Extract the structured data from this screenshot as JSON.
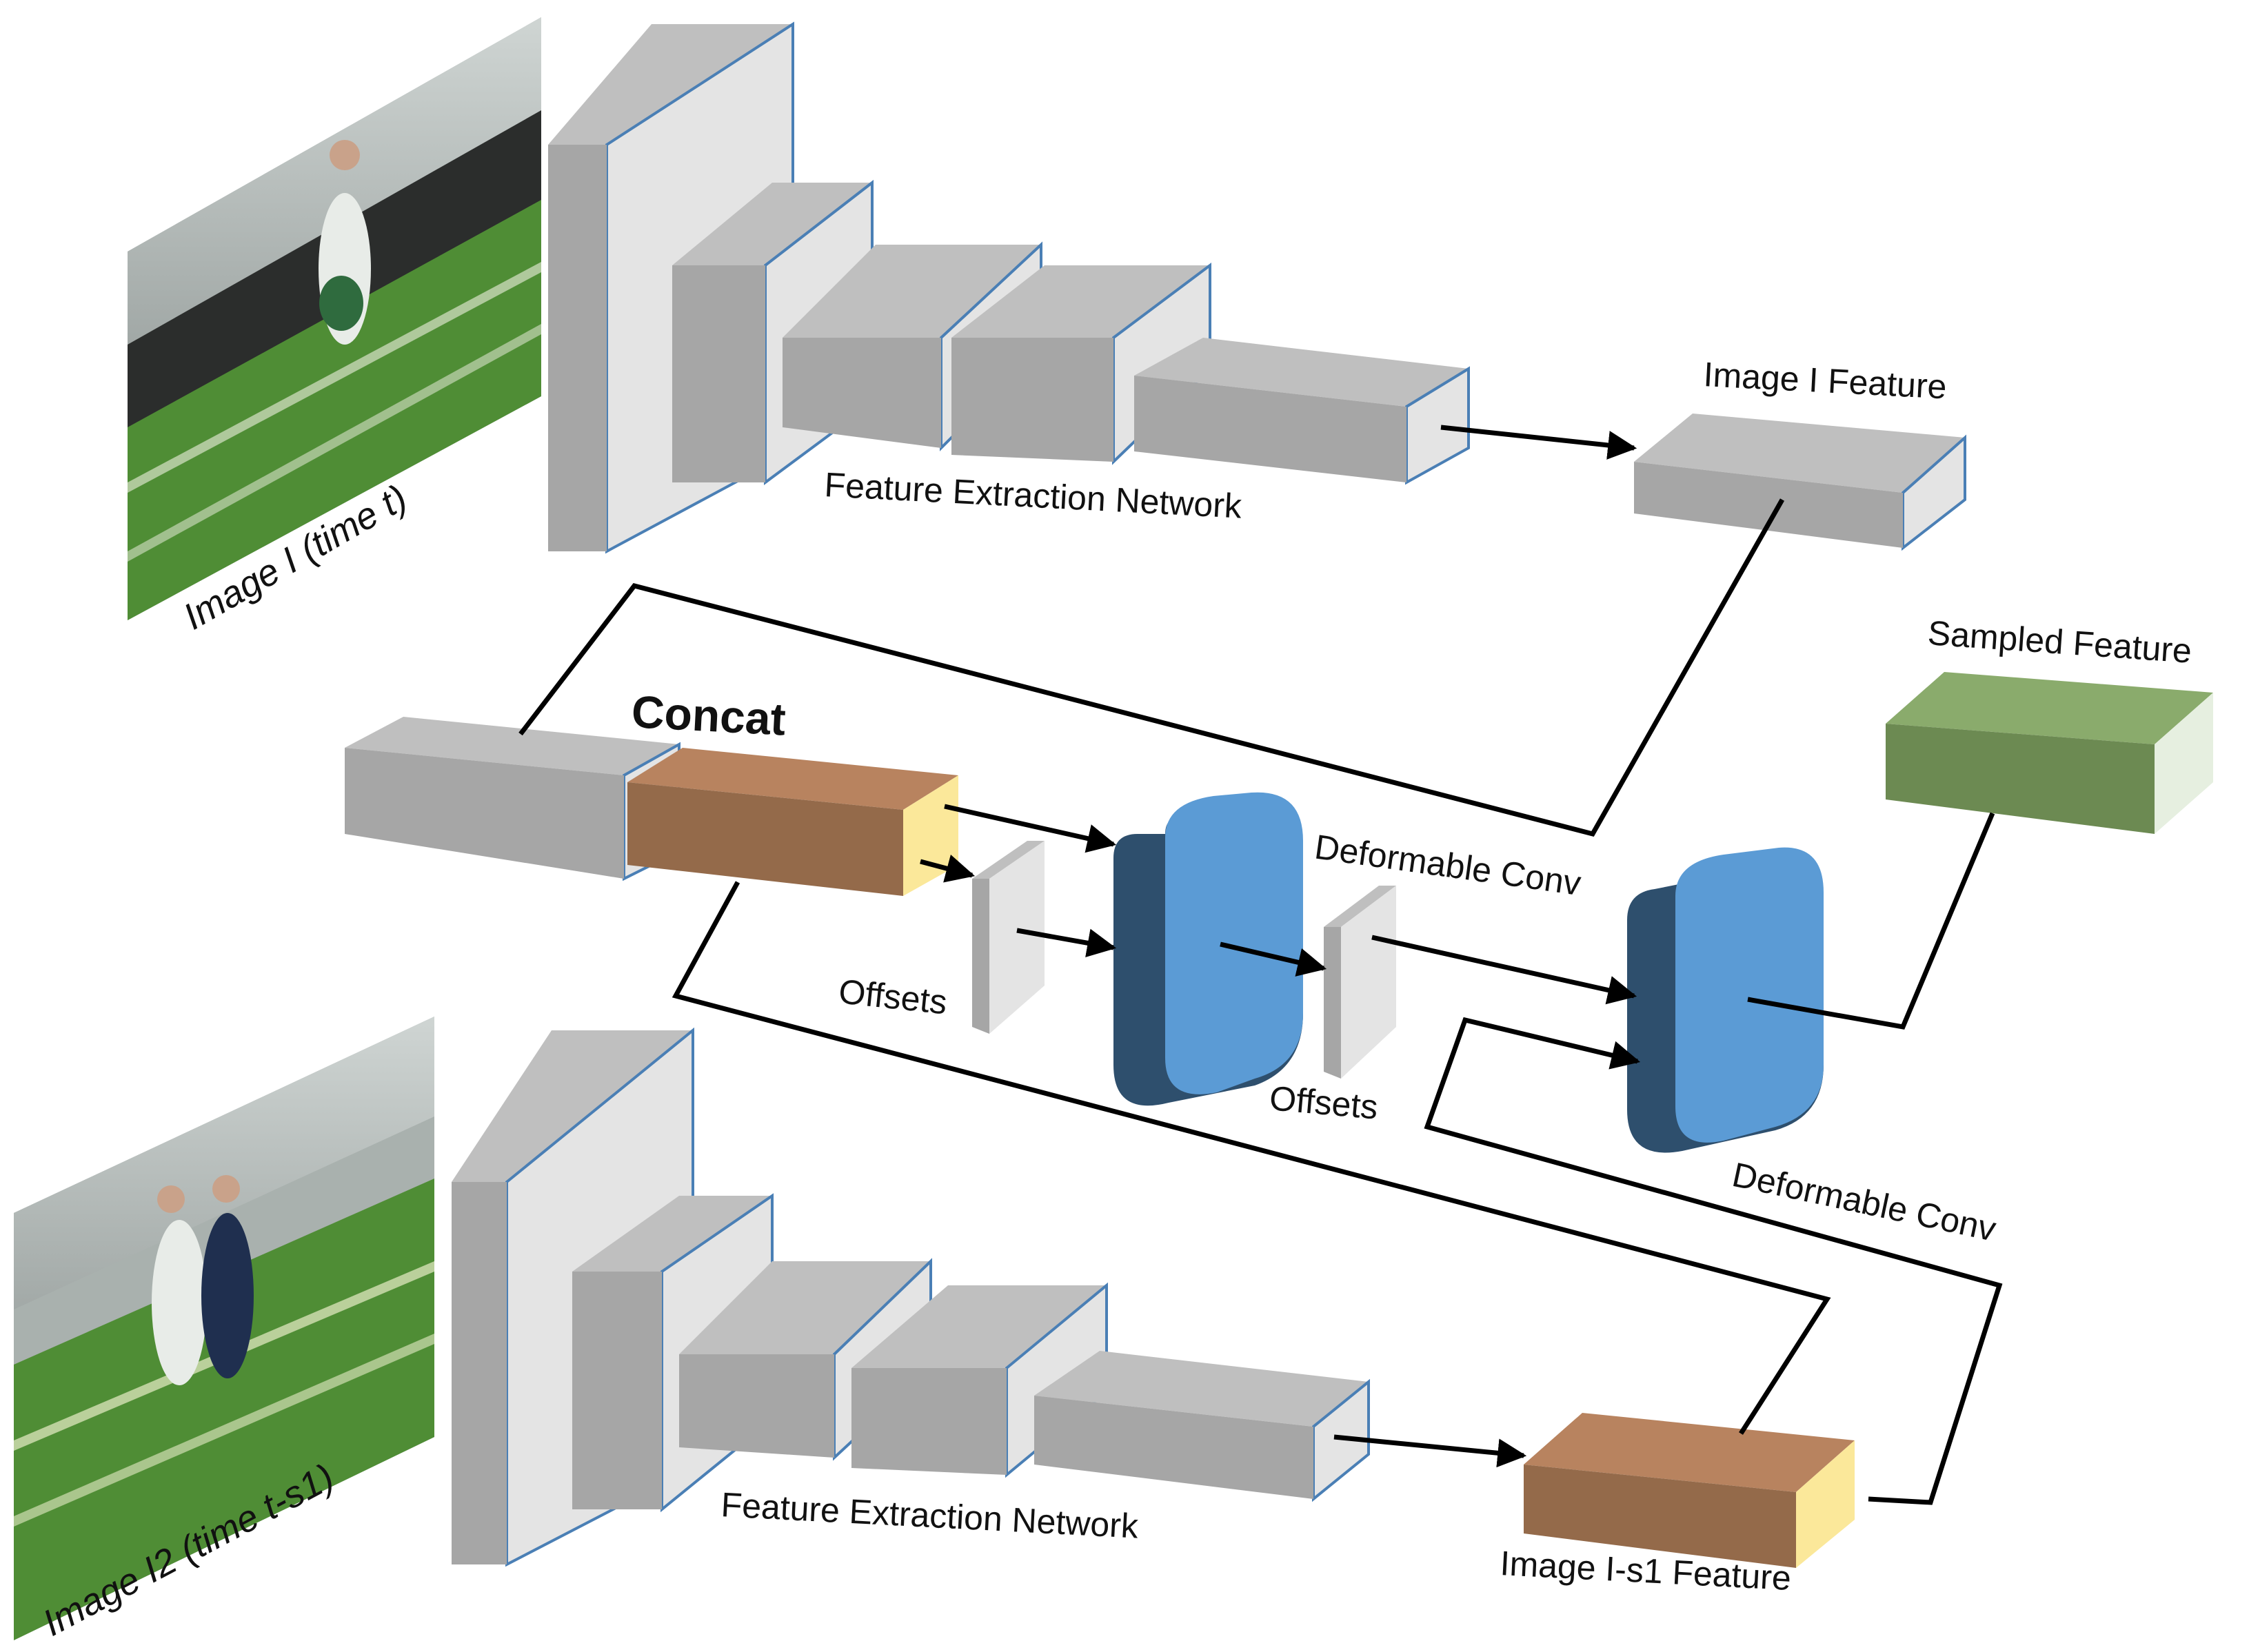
{
  "labels": {
    "image1": "Image I   (time t)",
    "image2": "Image I2 (time t-s1)",
    "fen_top": "Feature Extraction Network",
    "fen_bottom": "Feature Extraction Network",
    "image_feature": "Image I Feature",
    "image_s1_feature": "Image I-s1 Feature",
    "concat": "Concat",
    "offsets_1": "Offsets",
    "offsets_2": "Offsets",
    "deform_conv_1": "Deformable Conv",
    "deform_conv_2": "Deformable Conv",
    "sampled_feature": "Sampled Feature"
  },
  "colors": {
    "block_front": "#a6a6a6",
    "block_top": "#bfbfbf",
    "block_side": "#e4e4e4",
    "block_edge": "#4a7fb5",
    "concat_front": "#946a4a",
    "concat_top": "#b8835f",
    "concat_side": "#fbe89a",
    "deform_front": "#5b9bd5",
    "deform_side": "#2e4f6d",
    "sampled_front": "#6c8a52",
    "sampled_top": "#8aab6c",
    "sampled_side": "#e6efe0",
    "line": "#000000"
  }
}
